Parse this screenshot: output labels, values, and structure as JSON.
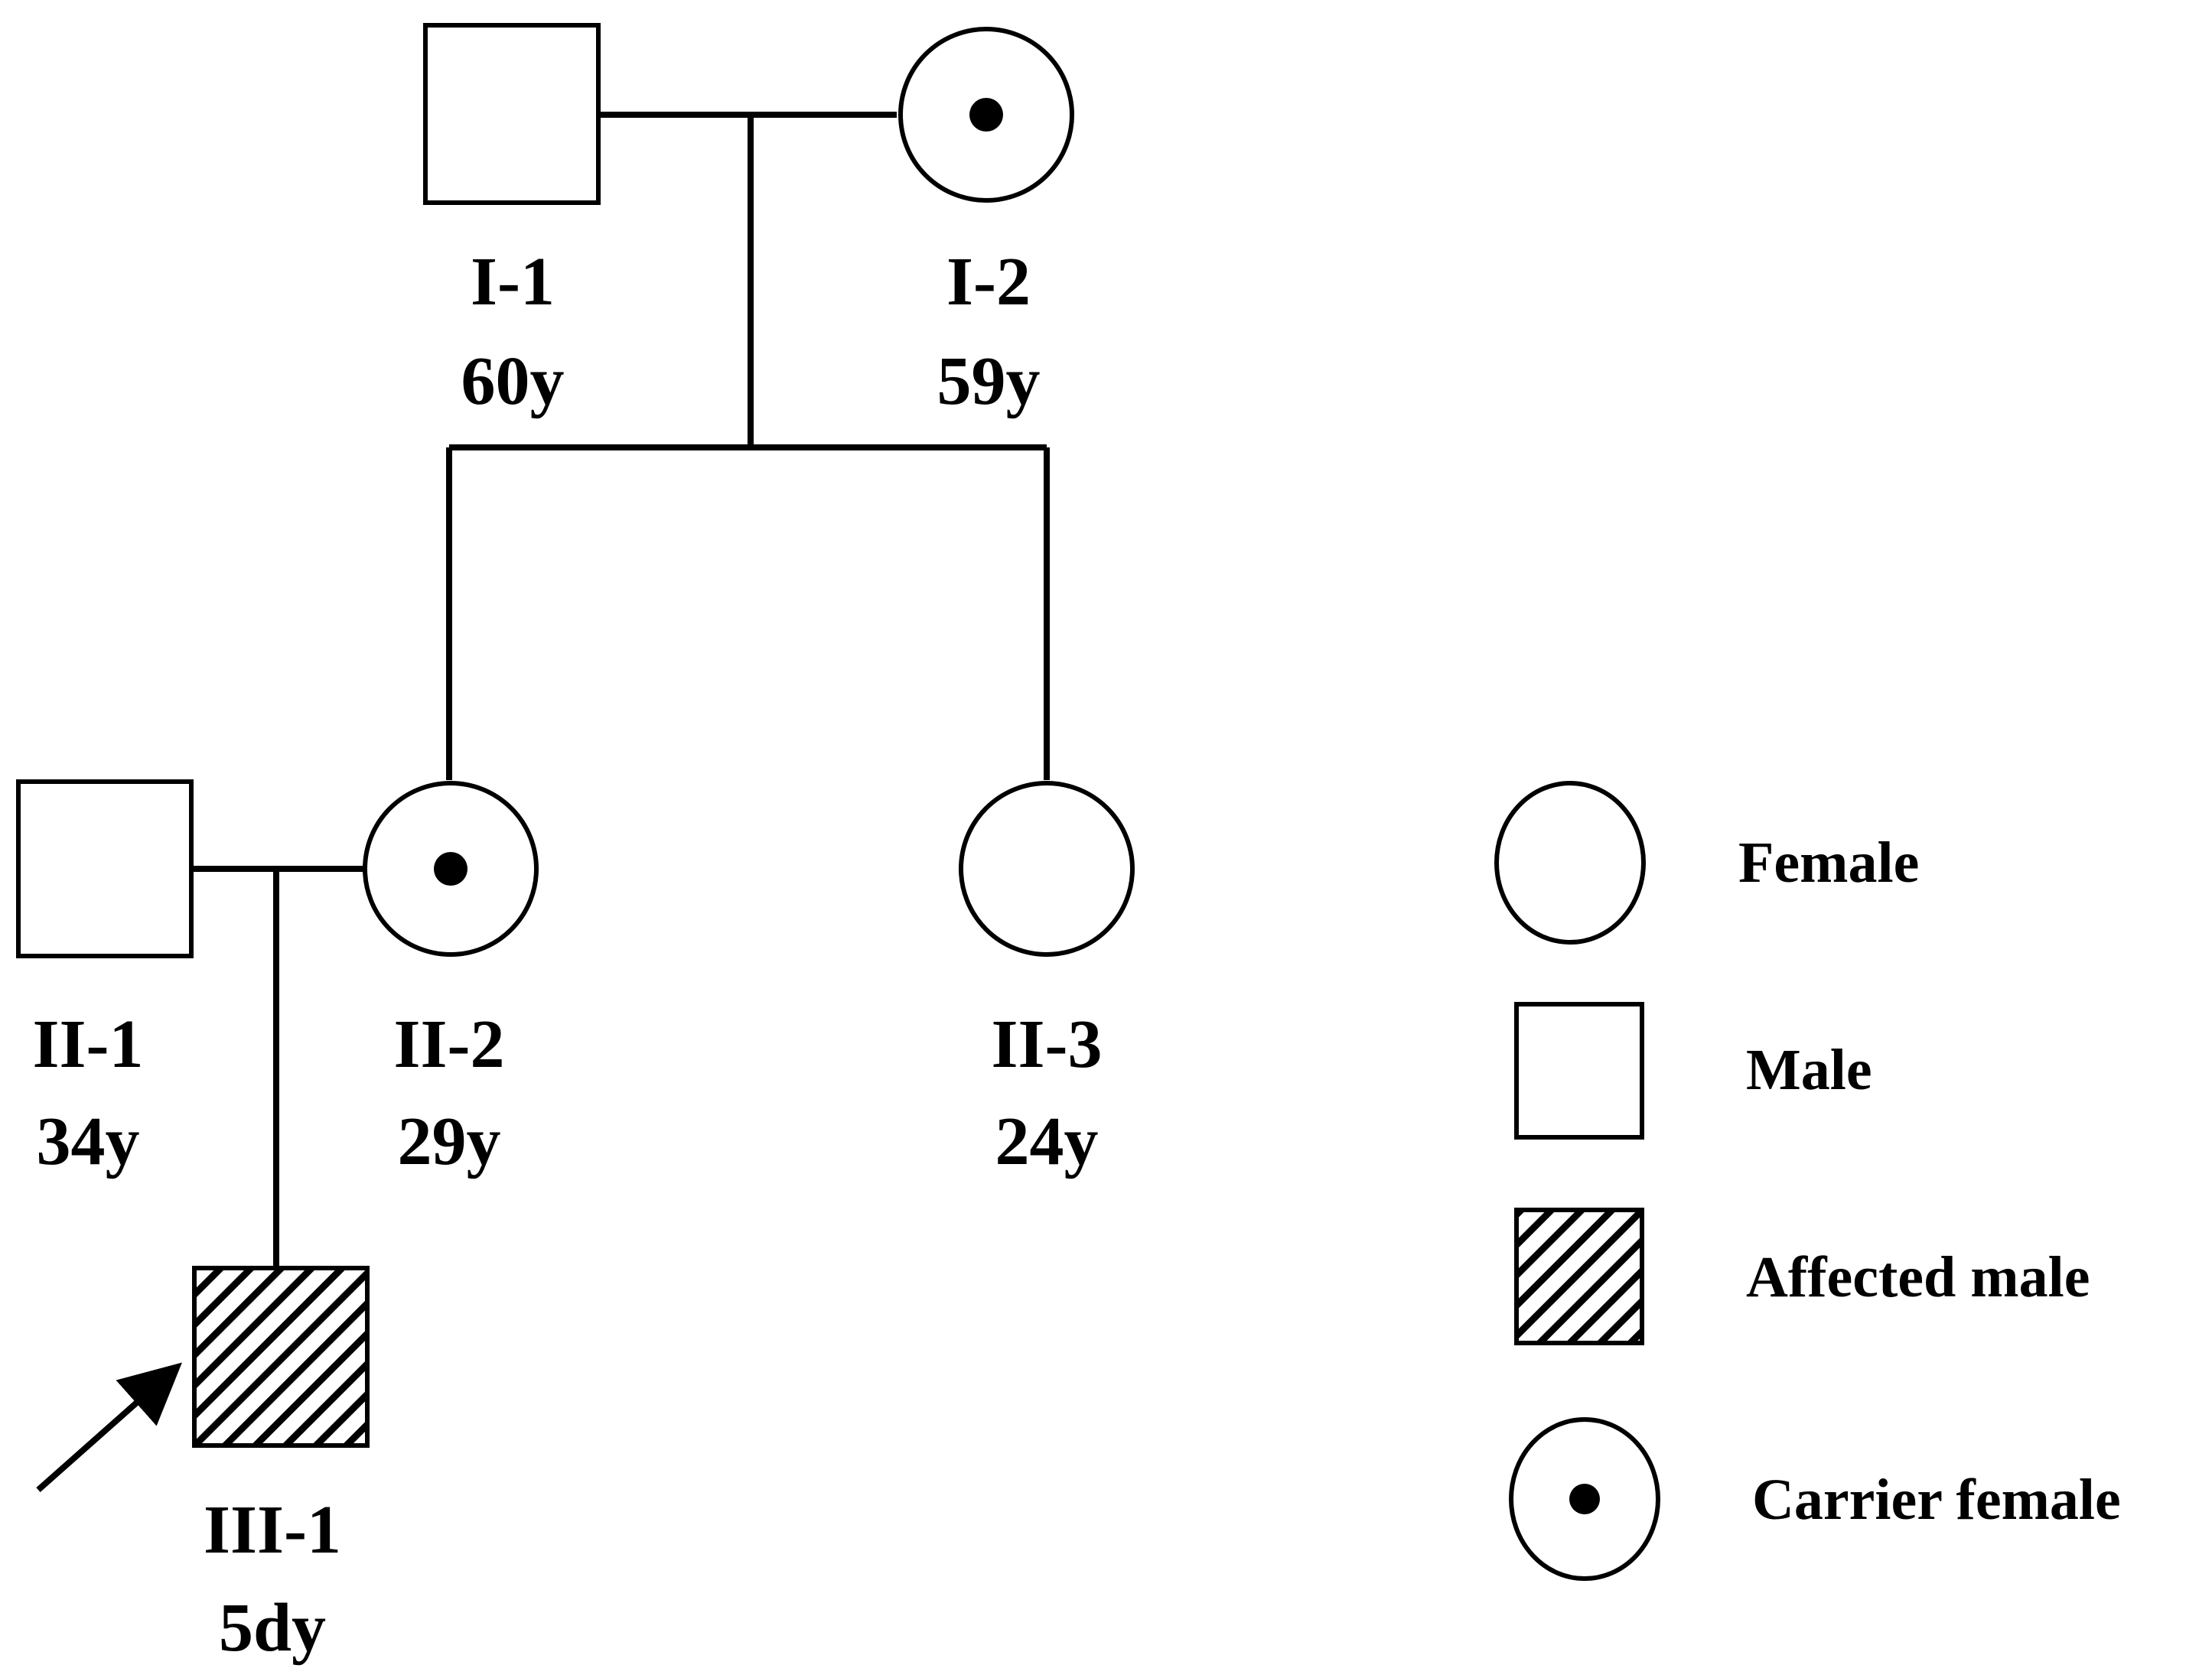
{
  "individuals": {
    "I1": {
      "id": "I-1",
      "age": "60y",
      "sex": "male",
      "status": "unaffected"
    },
    "I2": {
      "id": "I-2",
      "age": "59y",
      "sex": "female",
      "status": "carrier"
    },
    "II1": {
      "id": "II-1",
      "age": "34y",
      "sex": "male",
      "status": "unaffected"
    },
    "II2": {
      "id": "II-2",
      "age": "29y",
      "sex": "female",
      "status": "carrier"
    },
    "II3": {
      "id": "II-3",
      "age": "24y",
      "sex": "female",
      "status": "unaffected"
    },
    "III1": {
      "id": "III-1",
      "age": "5dy",
      "sex": "male",
      "status": "affected",
      "proband": true
    }
  },
  "legend": {
    "female": "Female",
    "male": "Male",
    "affected_male": "Affected male",
    "carrier_female": "Carrier female"
  },
  "colors": {
    "line": "#000000",
    "background": "#ffffff"
  }
}
